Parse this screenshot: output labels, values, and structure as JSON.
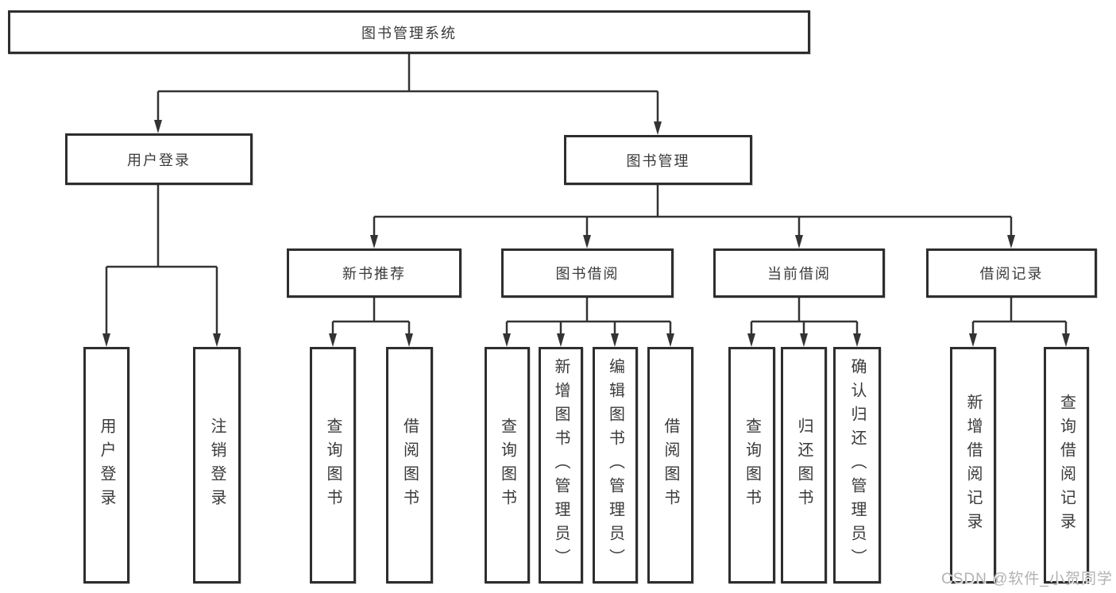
{
  "tree": {
    "root": {
      "label": "图书管理系统"
    },
    "branches": [
      {
        "label": "用户登录",
        "children": [
          {
            "label": "用户登录"
          },
          {
            "label": "注销登录"
          }
        ]
      },
      {
        "label": "图书管理",
        "children": [
          {
            "label": "新书推荐",
            "children": [
              {
                "label": "查询图书"
              },
              {
                "label": "借阅图书"
              }
            ]
          },
          {
            "label": "图书借阅",
            "children": [
              {
                "label": "查询图书"
              },
              {
                "label": "新增图书（管理员）"
              },
              {
                "label": "编辑图书（管理员）"
              },
              {
                "label": "借阅图书"
              }
            ]
          },
          {
            "label": "当前借阅",
            "children": [
              {
                "label": "查询图书"
              },
              {
                "label": "归还图书"
              },
              {
                "label": "确认归还（管理员）"
              }
            ]
          },
          {
            "label": "借阅记录",
            "children": [
              {
                "label": "新增借阅记录"
              },
              {
                "label": "查询借阅记录"
              }
            ]
          }
        ]
      }
    ]
  },
  "watermark": {
    "text": "CSDN @软件_小贺同学"
  },
  "colors": {
    "line": "#333333",
    "box_border": "#2e2e2e",
    "text": "#3a3a3a",
    "box_background": "#ffffff",
    "page_background": "#ffffff",
    "watermark": "#b2b2b2"
  }
}
